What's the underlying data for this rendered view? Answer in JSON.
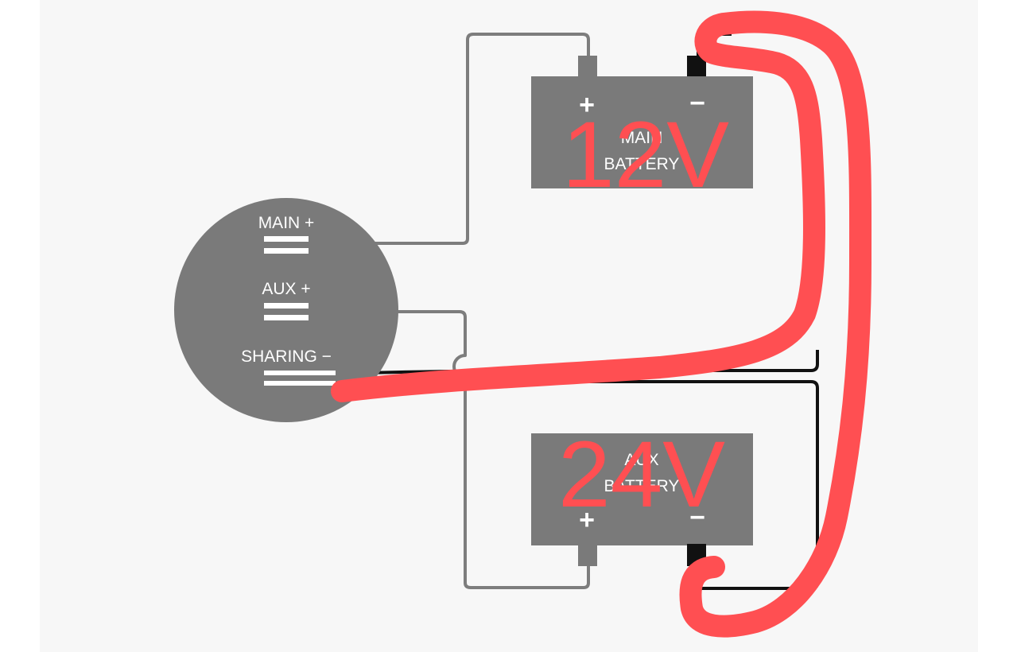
{
  "controller": {
    "main_label": "MAIN +",
    "aux_label": "AUX +",
    "sharing_label": "SHARING −"
  },
  "main_battery": {
    "plus": "+",
    "minus": "−",
    "line1": "MAIN",
    "line2": "BATTERY"
  },
  "aux_battery": {
    "plus": "+",
    "minus": "−",
    "line1": "AUX",
    "line2": "BATTERY"
  },
  "annotations": {
    "top_voltage": "12V",
    "bottom_voltage": "24V"
  },
  "colors": {
    "diagram_gray": "#7a7a7a",
    "wire_gray": "#7d7d7d",
    "annotation_red": "#ff4f52",
    "panel_bg": "#f7f7f7"
  }
}
